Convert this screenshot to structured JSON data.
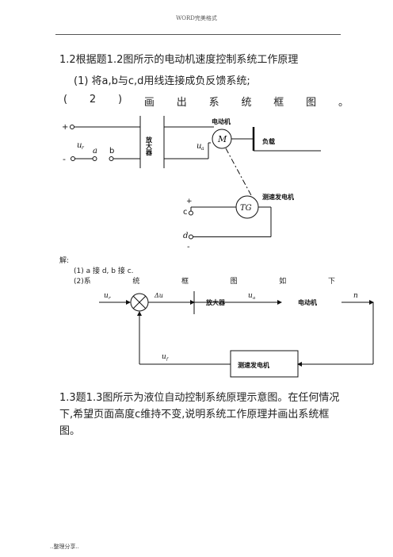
{
  "header": {
    "text": "WORD完美格式"
  },
  "q12": {
    "title": "1.2根据题1.2图所示的电动机速度控制系统工作原理",
    "item1": "(1) 将a,b与c,d用线连接成负反馈系统;",
    "item2": [
      "(",
      "2",
      ")",
      "画",
      "出",
      "系",
      "统",
      "框",
      "图",
      "。"
    ]
  },
  "circuit": {
    "plus": "+",
    "minus": "-",
    "ur": "u",
    "ur_sub": "r",
    "a": "a",
    "b": "b",
    "amp": "放大器",
    "motor_label": "电动机",
    "motor": "M",
    "ua": "u",
    "ua_sub": "a",
    "load": "负载",
    "tacho_label": "测速发电机",
    "tacho": "TG",
    "c": "c",
    "d": "d",
    "c_sign": "+",
    "d_sign": "-"
  },
  "answer": {
    "label": "解:",
    "line1": "(1)  a 接 d, b 接 c.",
    "line2": [
      "(2)系",
      "统",
      "框",
      "图",
      "如",
      "下"
    ]
  },
  "block": {
    "ur": "u",
    "ur_sub": "r",
    "du": "Δu",
    "ua": "u",
    "ua_sub": "a",
    "n": "n",
    "uf": "u",
    "uf_sub": "f",
    "amp": "放大器",
    "motor": "电动机",
    "tacho": "测速发电机"
  },
  "q13": {
    "text": "1.3题1.3图所示为液位自动控制系统原理示意图。在任何情况下,希望页面高度c维持不变,说明系统工作原理并画出系统框图。"
  },
  "footer": {
    "text": "..整理分享.."
  }
}
